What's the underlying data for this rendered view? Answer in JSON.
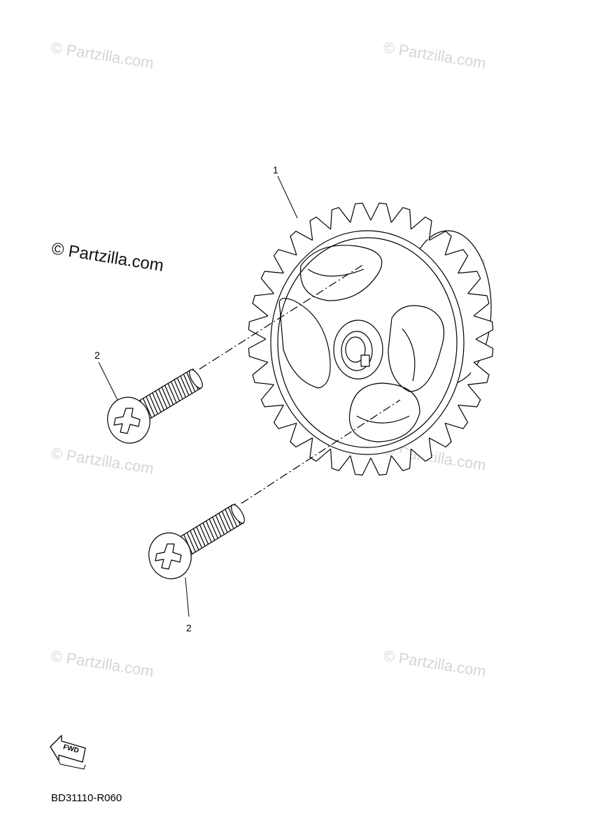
{
  "watermark": {
    "text": "© Partzilla.com",
    "color_light": "#d9d4d4",
    "color_dark": "#111111"
  },
  "callouts": {
    "gear": "1",
    "screw_upper": "2",
    "screw_lower": "2"
  },
  "fwd_indicator": {
    "label": "FWD"
  },
  "diagram_code": "BD31110-R060"
}
